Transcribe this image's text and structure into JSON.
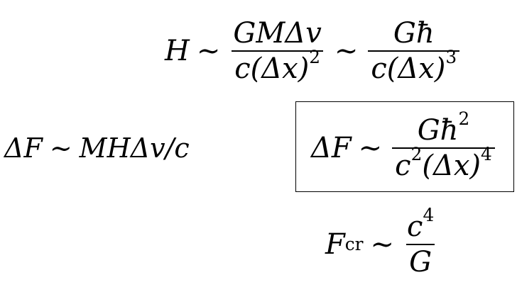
{
  "equations": {
    "eq1": {
      "lhs": "H",
      "rel1": "∼",
      "frac1_num": "GMΔv",
      "frac1_den_c": "c(Δx)",
      "frac1_den_exp": "2",
      "rel2": "∼",
      "frac2_num": "Għ",
      "frac2_den_c": "c(Δx)",
      "frac2_den_exp": "3"
    },
    "eq2": {
      "lhs": "ΔF",
      "rel": "∼",
      "rhs": "MHΔv/c"
    },
    "eq3": {
      "lhs": "ΔF",
      "rel": "∼",
      "num_base": "Għ",
      "num_exp": "2",
      "den_c": "c",
      "den_c_exp": "2",
      "den_rest": "(Δx)",
      "den_rest_exp": "4"
    },
    "eq4": {
      "lhs_base": "F",
      "lhs_sub": "cr",
      "rel": "∼",
      "num_base": "c",
      "num_exp": "4",
      "den": "G"
    }
  }
}
